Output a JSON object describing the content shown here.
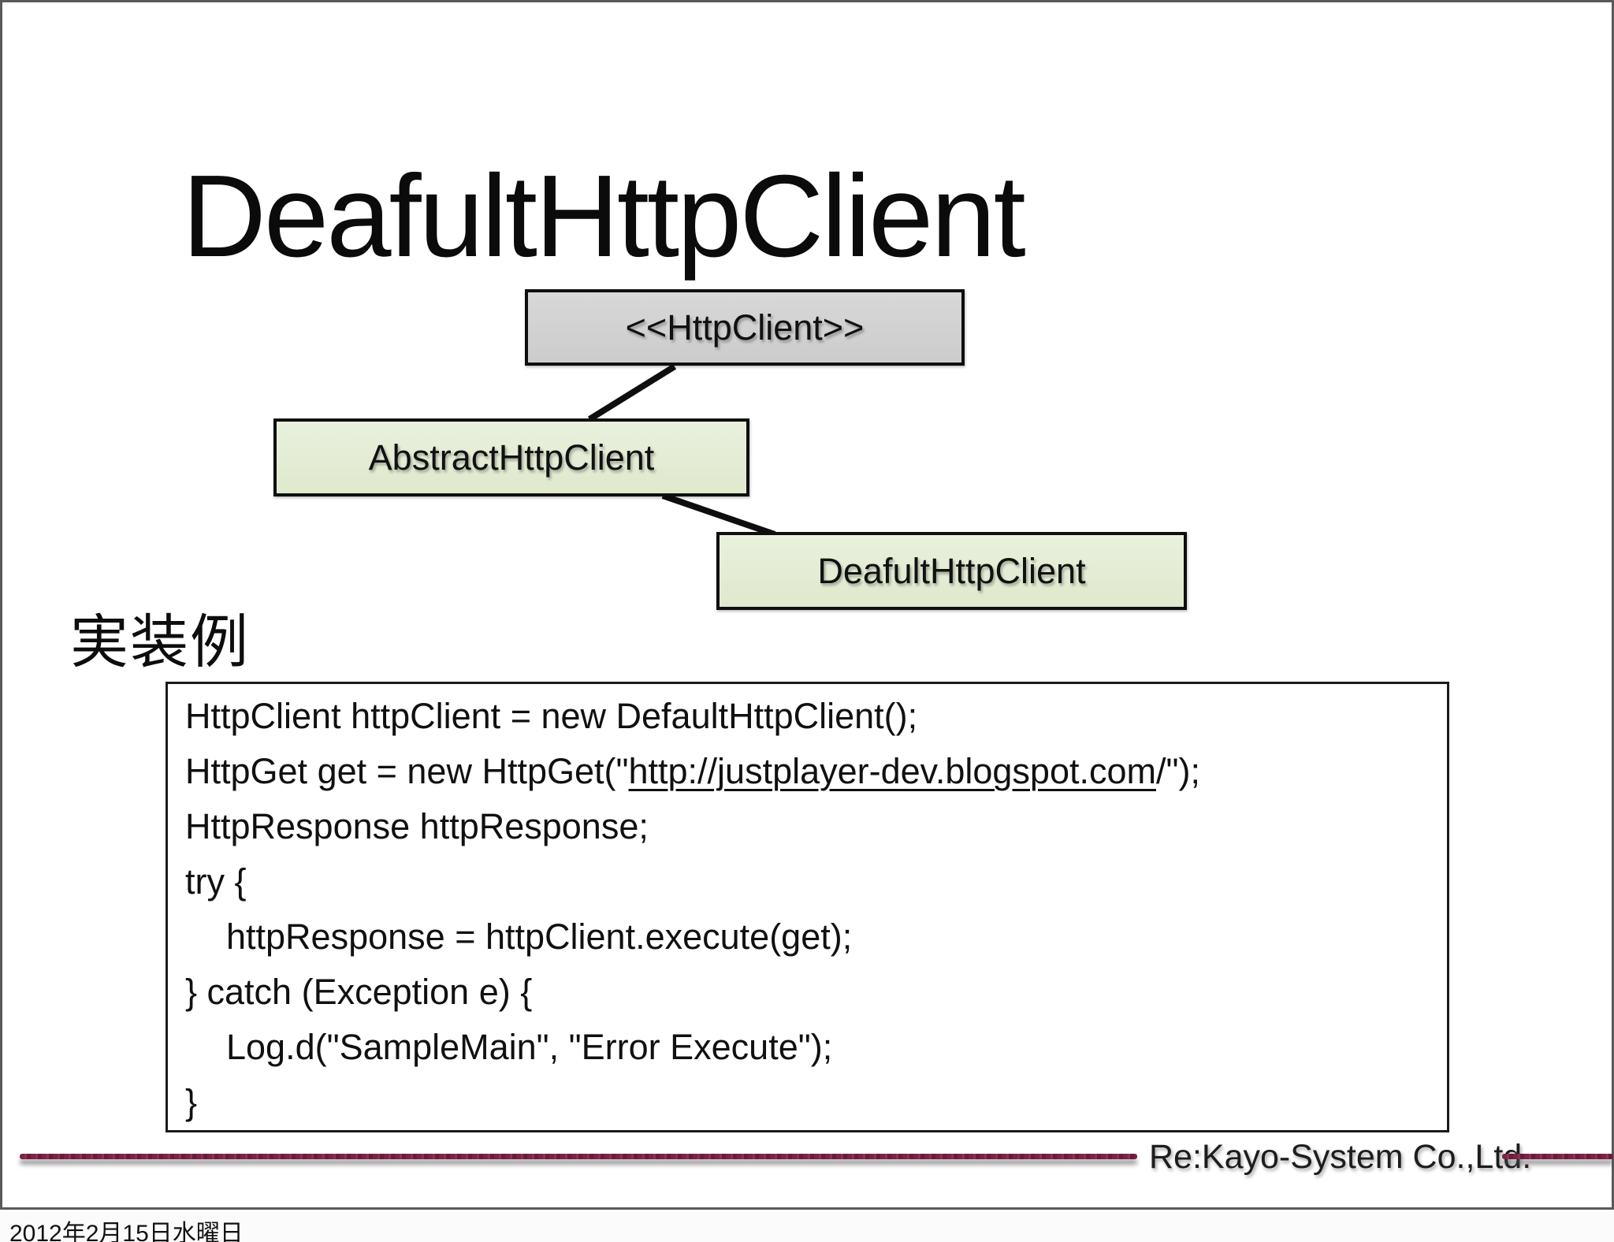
{
  "slide": {
    "title": "DeafultHttpClient",
    "section_heading": "実装例",
    "diagram": {
      "boxes": [
        {
          "label": "<<HttpClient>>",
          "variant": "gray"
        },
        {
          "label": "AbstractHttpClient",
          "variant": "green"
        },
        {
          "label": "DeafultHttpClient",
          "variant": "green"
        }
      ],
      "connectors": [
        {
          "from": "HttpClient",
          "to": "AbstractHttpClient"
        },
        {
          "from": "AbstractHttpClient",
          "to": "DeafultHttpClient"
        }
      ]
    },
    "code": {
      "lines": [
        {
          "indent": false,
          "segments": [
            {
              "text": "HttpClient httpClient = new DefaultHttpClient();",
              "underline": false
            }
          ]
        },
        {
          "indent": false,
          "segments": [
            {
              "text": "HttpGet get = new HttpGet(\"",
              "underline": false
            },
            {
              "text": "http://justplayer-dev.blogspot.com",
              "underline": true
            },
            {
              "text": "/\");",
              "underline": false
            }
          ]
        },
        {
          "indent": false,
          "segments": [
            {
              "text": "HttpResponse httpResponse;",
              "underline": false
            }
          ]
        },
        {
          "indent": false,
          "segments": [
            {
              "text": "try {",
              "underline": false
            }
          ]
        },
        {
          "indent": true,
          "segments": [
            {
              "text": "httpResponse = httpClient.execute(get);",
              "underline": false
            }
          ]
        },
        {
          "indent": false,
          "segments": [
            {
              "text": "} catch (Exception e) {",
              "underline": false
            }
          ]
        },
        {
          "indent": true,
          "segments": [
            {
              "text": "Log.d(\"SampleMain\", \"Error Execute\");",
              "underline": false
            }
          ]
        },
        {
          "indent": false,
          "segments": [
            {
              "text": "}",
              "underline": false
            }
          ]
        }
      ]
    },
    "footer": {
      "company": "Re:Kayo-System Co.,Ltd."
    }
  },
  "status_bar": {
    "date": "2012年2月15日水曜日"
  },
  "colors": {
    "box_gray_fill": "#d3d3d3",
    "box_green_fill": "#e4edd6",
    "box_border": "#0f0f0f",
    "slide_border": "#5a5a5c",
    "footer_accent_maroon": "#7b2245",
    "text": "#0d0d0d"
  }
}
